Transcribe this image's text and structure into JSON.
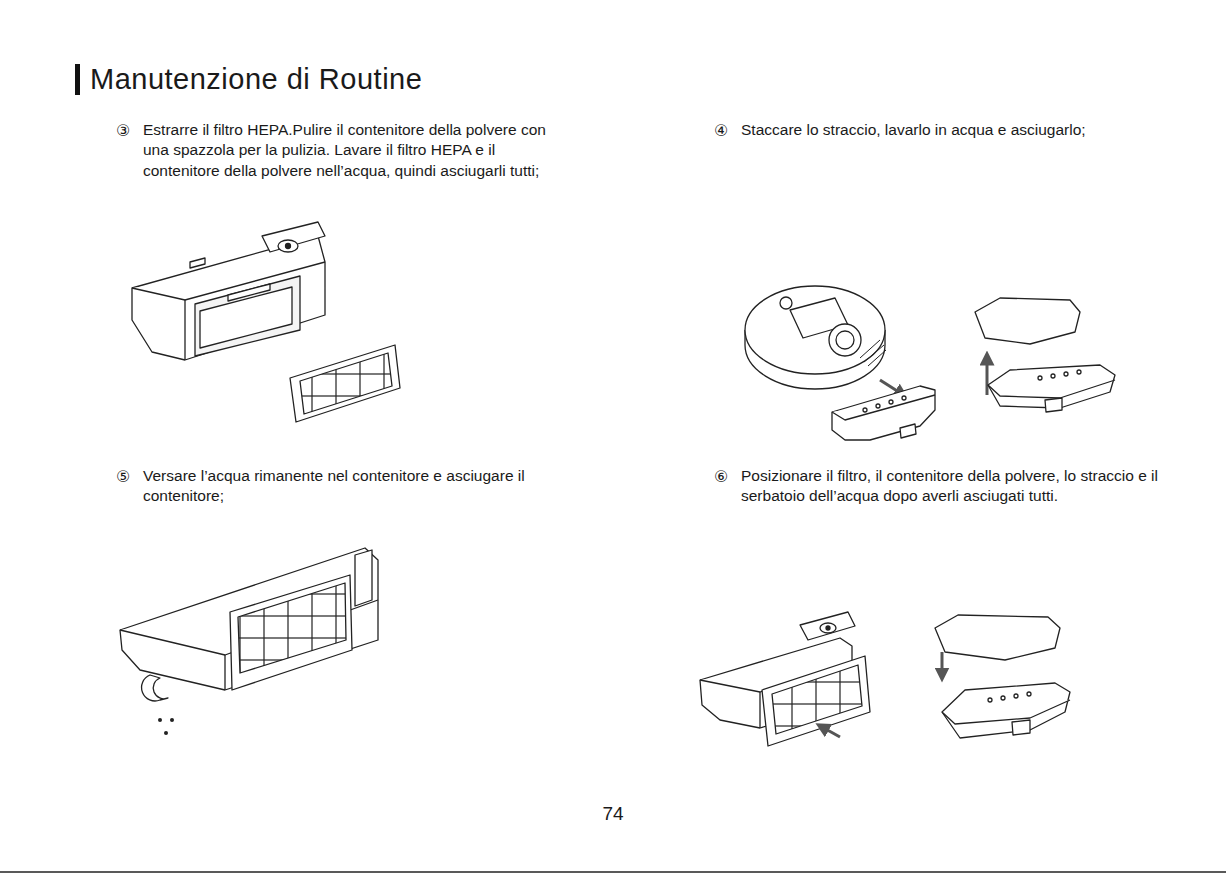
{
  "diagram": {
    "title": "Manutenzione di Routine",
    "labels": [
      "③",
      "Estrarre il filtro HEPA.Pulire il contenitore della polvere con una spazzola per la pulizia. Lavare il filtro HEPA e il contenitore della polvere nell’acqua, quindi asciugarli tutti;",
      "④",
      "Staccare lo straccio, lavarlo in acqua e asciugarlo;",
      "⑤",
      "Versare l’acqua rimanente nel contenitore e asciugare il contenitore;",
      "⑥",
      "Posizionare il filtro, il contenitore della polvere, lo straccio e il serbatoio dell’acqua dopo averli asciugati tutti.",
      "74"
    ]
  }
}
